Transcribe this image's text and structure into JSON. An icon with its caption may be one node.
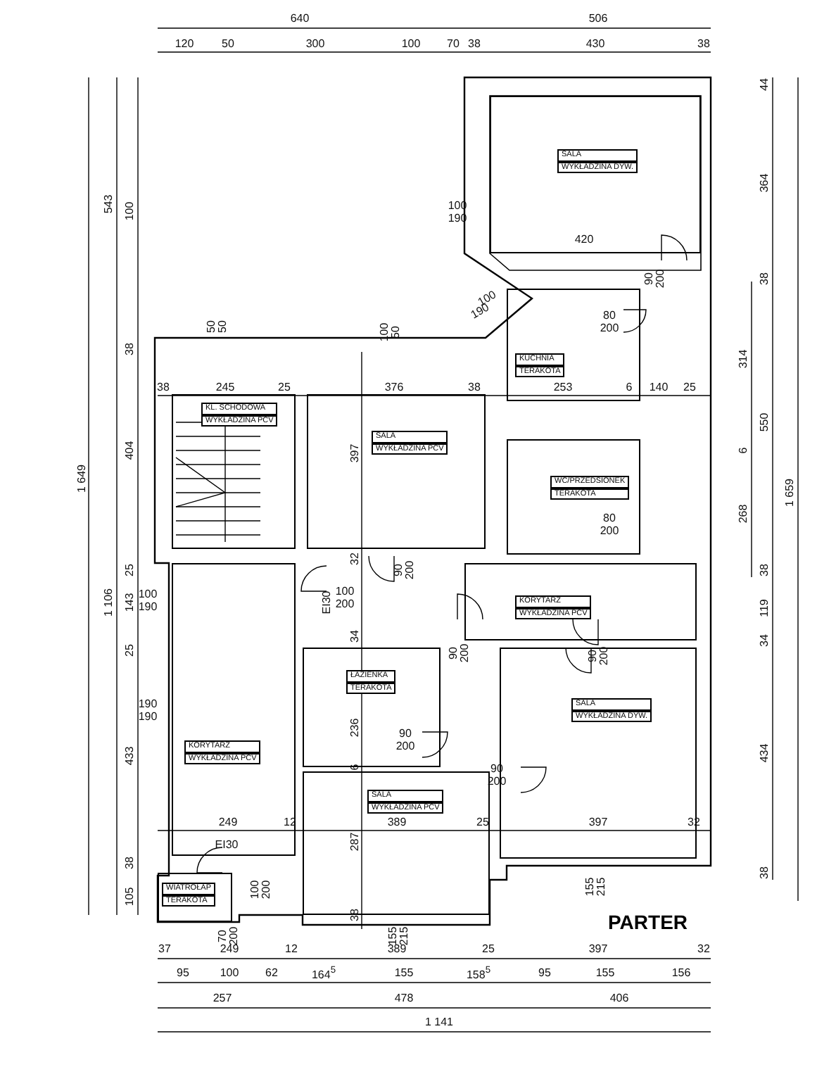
{
  "diagram": {
    "title": "PARTER",
    "nodes": [
      {
        "text": [
          "SALA",
          "WYKŁADZINA DYW."
        ]
      },
      {
        "text": [
          "KUCHNIA",
          "TERAKOTA"
        ]
      },
      {
        "text": [
          "KL. SCHODOWA",
          "WYKŁADZINA PCV"
        ]
      },
      {
        "text": [
          "SALA",
          "WYKŁADZINA PCV"
        ]
      },
      {
        "text": [
          "WC/PRZEDSIONEK",
          "TERAKOTA"
        ]
      },
      {
        "text": [
          "KORYTARZ",
          "WYKŁADZINA PCV"
        ]
      },
      {
        "text": [
          "ŁAZIENKA",
          "TERAKOTA"
        ]
      },
      {
        "text": [
          "KORYTARZ",
          "WYKŁADZINA PCV"
        ]
      },
      {
        "text": [
          "SALA",
          "WYKŁADZINA DYW."
        ]
      },
      {
        "text": [
          "SALA",
          "WYKŁADZINA PCV"
        ]
      },
      {
        "text": [
          "WIATROŁAP",
          "TERAKOTA"
        ]
      }
    ],
    "labels": [
      "640",
      "506",
      "120",
      "50",
      "300",
      "100",
      "70",
      "38",
      "430",
      "38",
      "44",
      "543",
      "100",
      "100",
      "190",
      "364",
      "420",
      "90",
      "200",
      "38",
      "100",
      "190",
      "80",
      "200",
      "50",
      "50",
      "100",
      "50",
      "38",
      "314",
      "38",
      "245",
      "25",
      "376",
      "38",
      "253",
      "6",
      "140",
      "25",
      "550",
      "1 659",
      "404",
      "6",
      "397",
      "268",
      "80",
      "200",
      "32",
      "90",
      "200",
      "1 649",
      "25",
      "38",
      "100",
      "190",
      "EI30",
      "100",
      "200",
      "143",
      "1 106",
      "119",
      "34",
      "90",
      "200",
      "90",
      "200",
      "34",
      "25",
      "190",
      "190",
      "236",
      "90",
      "200",
      "433",
      "434",
      "6",
      "90",
      "200",
      "249",
      "12",
      "389",
      "25",
      "397",
      "32",
      "EI30",
      "287",
      "38",
      "38",
      "100",
      "200",
      "155",
      "215",
      "105",
      "38",
      "70",
      "200",
      "155",
      "215",
      "37",
      "249",
      "12",
      "389",
      "25",
      "397",
      "32",
      "95",
      "100",
      "62",
      "164$^{5}$",
      "155",
      "158$^{5}$",
      "95",
      "155",
      "156",
      "257",
      "478",
      "406",
      "1 141"
    ]
  }
}
